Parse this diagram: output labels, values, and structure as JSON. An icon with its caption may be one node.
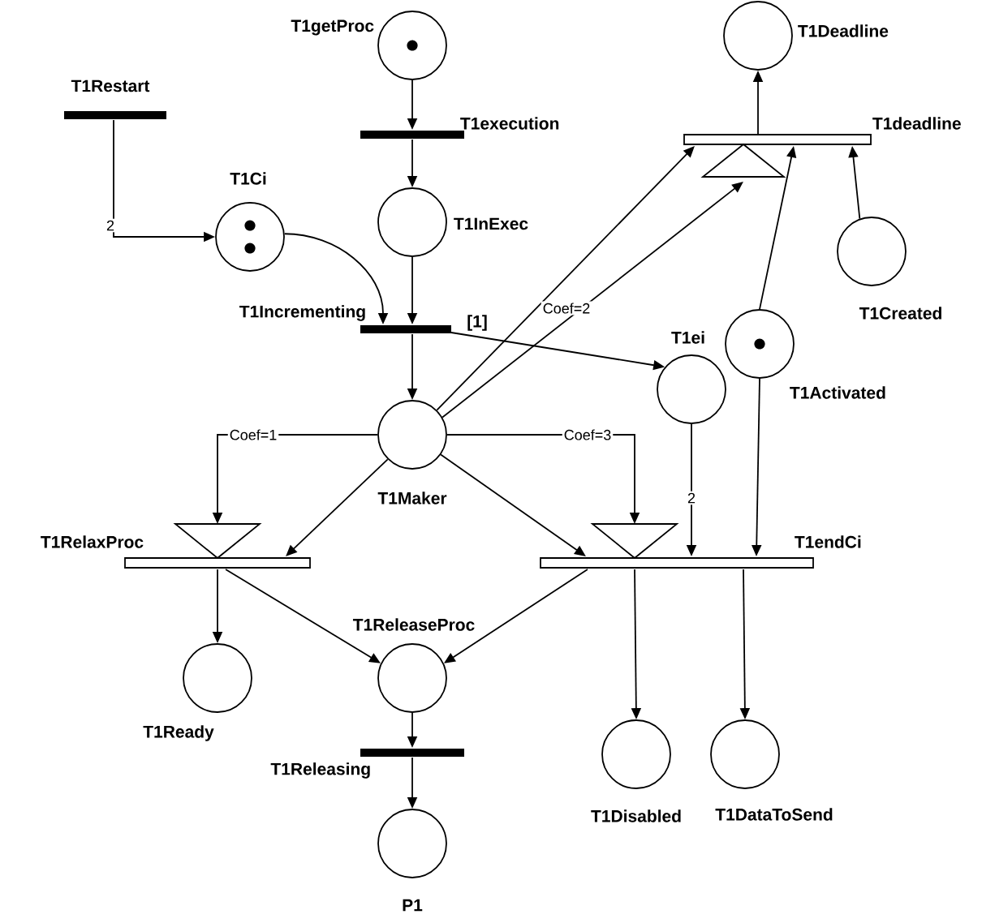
{
  "diagram": {
    "nodes": [
      {
        "text": [
          "T1getProc"
        ]
      },
      {
        "text": [
          "T1Restart"
        ]
      },
      {
        "text": [
          "T1execution"
        ]
      },
      {
        "text": [
          "T1Deadline"
        ]
      },
      {
        "text": [
          "T1deadline"
        ]
      },
      {
        "text": [
          "T1Ci"
        ]
      },
      {
        "text": [
          "T1InExec"
        ]
      },
      {
        "text": [
          "T1Created"
        ]
      },
      {
        "text": [
          "T1Incrementing"
        ]
      },
      {
        "text": [
          "T1ei"
        ]
      },
      {
        "text": [
          "T1Activated"
        ]
      },
      {
        "text": [
          "T1Maker"
        ]
      },
      {
        "text": [
          "T1RelaxProc"
        ]
      },
      {
        "text": [
          "T1endCi"
        ]
      },
      {
        "text": [
          "T1ReleaseProc"
        ]
      },
      {
        "text": [
          "T1Ready"
        ]
      },
      {
        "text": [
          "T1Releasing"
        ]
      },
      {
        "text": [
          "T1Disabled"
        ]
      },
      {
        "text": [
          "T1DataToSend"
        ]
      },
      {
        "text": [
          "P1"
        ]
      }
    ],
    "edges": [
      {
        "from": 0,
        "to": 2,
        "arrow": "to"
      },
      {
        "from": 2,
        "to": 6,
        "arrow": "to"
      },
      {
        "from": 1,
        "to": 5,
        "arrow": "to",
        "label": "2"
      },
      {
        "from": 5,
        "to": 8,
        "arrow": "to"
      },
      {
        "from": 6,
        "to": 8,
        "arrow": "to"
      },
      {
        "from": 8,
        "to": 11,
        "arrow": "to"
      },
      {
        "from": 8,
        "to": 9,
        "arrow": "to"
      },
      {
        "from": 11,
        "to": 4,
        "arrow": "to"
      },
      {
        "from": 11,
        "to": 4,
        "arrow": "to",
        "label": "Coef=2"
      },
      {
        "from": 10,
        "to": 4,
        "arrow": "to"
      },
      {
        "from": 7,
        "to": 4,
        "arrow": "to"
      },
      {
        "from": 4,
        "to": 3,
        "arrow": "to"
      },
      {
        "from": 11,
        "to": 12,
        "arrow": "to",
        "label": "Coef=1"
      },
      {
        "from": 11,
        "to": 12,
        "arrow": "to"
      },
      {
        "from": 12,
        "to": 15,
        "arrow": "to"
      },
      {
        "from": 12,
        "to": 14,
        "arrow": "to"
      },
      {
        "from": 13,
        "to": 14,
        "arrow": "to"
      },
      {
        "from": 11,
        "to": 13,
        "arrow": "to"
      },
      {
        "from": 11,
        "to": 13,
        "arrow": "to",
        "label": "Coef=3"
      },
      {
        "from": 9,
        "to": 13,
        "arrow": "to",
        "label": "2"
      },
      {
        "from": 10,
        "to": 13,
        "arrow": "to"
      },
      {
        "from": 13,
        "to": 17,
        "arrow": "to"
      },
      {
        "from": 13,
        "to": 18,
        "arrow": "to"
      },
      {
        "from": 14,
        "to": 16,
        "arrow": "to"
      },
      {
        "from": 16,
        "to": 19,
        "arrow": "to"
      }
    ],
    "labels": [
      "[1]"
    ]
  }
}
